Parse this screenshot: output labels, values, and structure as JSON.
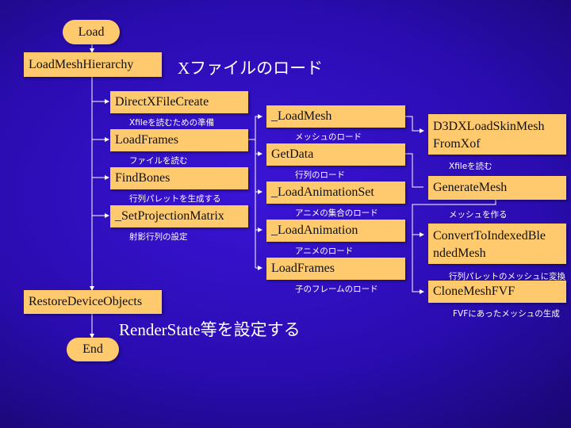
{
  "nodes": {
    "load": "Load",
    "load_mesh_hierarchy": "LoadMeshHierarchy",
    "directx_file_create": "DirectXFileCreate",
    "load_frames": "LoadFrames",
    "find_bones": "FindBones",
    "set_projection_matrix": "_SetProjectionMatrix",
    "load_mesh": "_LoadMesh",
    "get_data": "GetData",
    "load_animation_set": "_LoadAnimationSet",
    "load_animation": "_LoadAnimation",
    "load_frames_2": "LoadFrames",
    "d3dx_load_skin_mesh_line1": "D3DXLoadSkinMesh",
    "d3dx_load_skin_mesh_line2": "FromXof",
    "generate_mesh": "GenerateMesh",
    "convert_indexed_line1": "ConvertToIndexedBle",
    "convert_indexed_line2": "ndedMesh",
    "clone_mesh_fvf": "CloneMeshFVF",
    "restore_device_objects": "RestoreDeviceObjects",
    "end": "End"
  },
  "notes": {
    "xfile_load_title": "Xファイルのロード",
    "directx_file_create": "Xfileを読むための準備",
    "load_frames": "ファイルを読む",
    "find_bones": "行列パレットを生成する",
    "set_projection_matrix": "射影行列の設定",
    "load_mesh": "メッシュのロード",
    "get_data": "行列のロード",
    "load_animation_set": "アニメの集合のロード",
    "load_animation": "アニメのロード",
    "load_frames_2": "子のフレームのロード",
    "d3dx_load_skin_mesh": "Xfileを読む",
    "generate_mesh": "メッシュを作る",
    "convert_indexed": "行列パレットのメッシュに変換",
    "clone_mesh_fvf": "FVFにあったメッシュの生成",
    "render_state": "RenderState等を設定する"
  },
  "colors": {
    "box_fill": "#ffc96e",
    "line": "#ffffff",
    "background": "#2a0cb0"
  }
}
